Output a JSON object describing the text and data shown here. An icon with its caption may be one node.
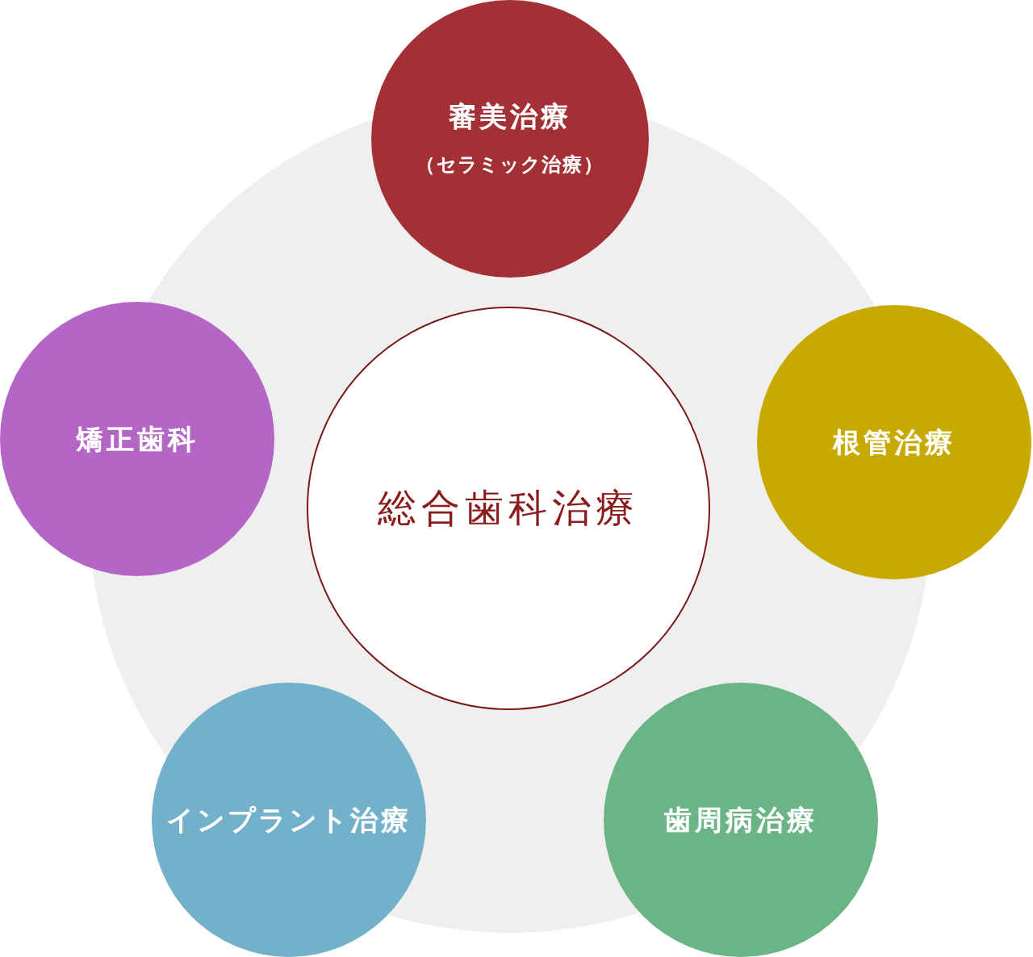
{
  "diagram": {
    "nodes": [
      {
        "text": [
          "審美治療",
          "（セラミック治療）"
        ]
      },
      {
        "text": [
          "矯正歯科"
        ]
      },
      {
        "text": [
          "総合歯科治療"
        ]
      },
      {
        "text": [
          "根管治療"
        ]
      },
      {
        "text": [
          "インプラント治療"
        ]
      },
      {
        "text": [
          "歯周病治療"
        ]
      }
    ]
  }
}
